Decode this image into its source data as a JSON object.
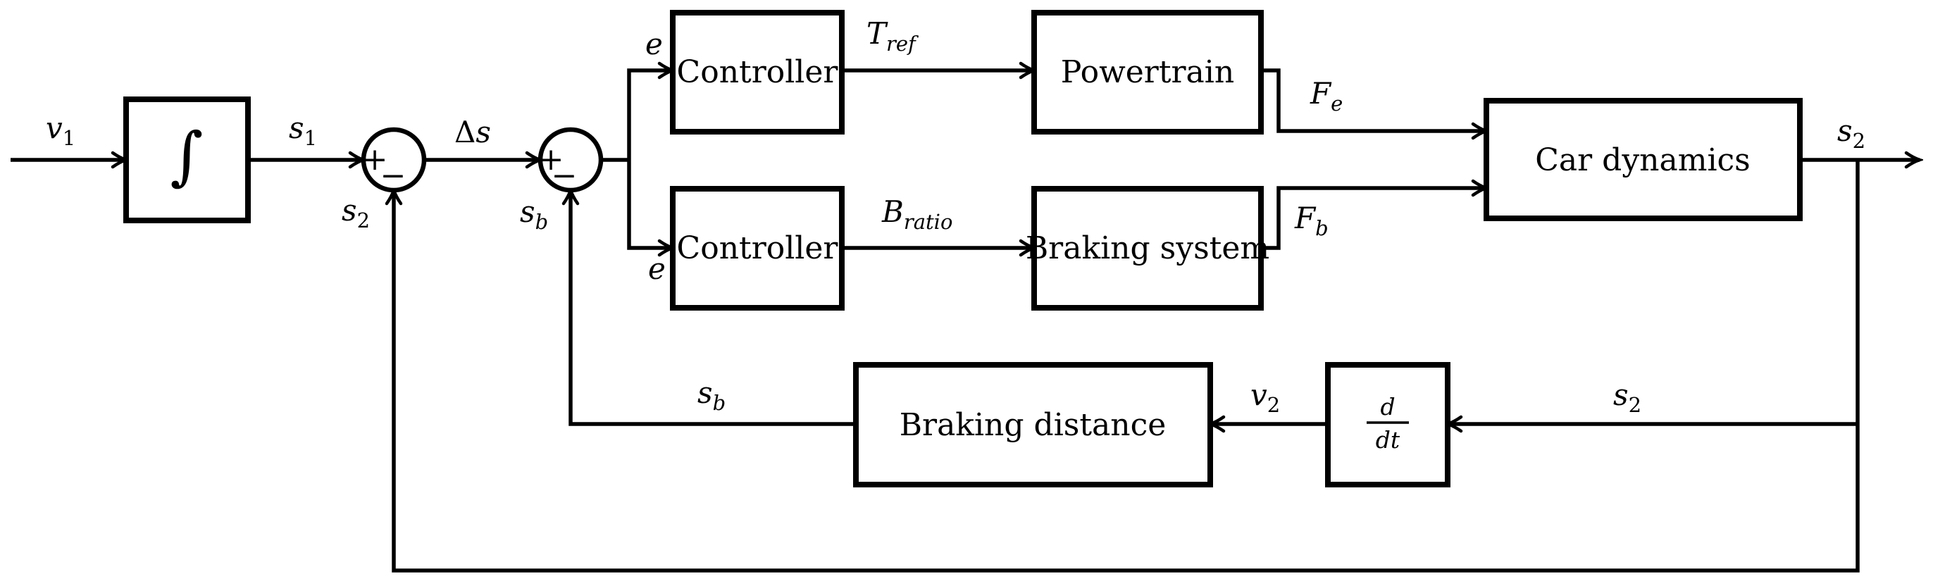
{
  "diagram": {
    "background_color": "#ffffff",
    "ink_color": "#000000",
    "blocks": {
      "integrator": "∫",
      "controller_top": "Controller",
      "powertrain": "Powertrain",
      "controller_bottom": "Controller",
      "braking_system": "Braking system",
      "car_dynamics": "Car dynamics",
      "braking_distance": "Braking distance",
      "derivative": {
        "num": "d",
        "den": "dt"
      }
    },
    "signals": {
      "v1": {
        "base": "v",
        "sub": "1"
      },
      "s1": {
        "base": "s",
        "sub": "1"
      },
      "s2": {
        "base": "s",
        "sub": "2"
      },
      "delta_s": {
        "prefix": "Δ",
        "base": "s"
      },
      "sb": {
        "base": "s",
        "sub": "b"
      },
      "e": {
        "base": "e"
      },
      "t_ref": {
        "base": "T",
        "sub": "ref"
      },
      "b_ratio": {
        "base": "B",
        "sub": "ratio"
      },
      "f_e": {
        "base": "F",
        "sub": "e"
      },
      "f_b": {
        "base": "F",
        "sub": "b"
      },
      "v2": {
        "base": "v",
        "sub": "2"
      }
    },
    "sum_signs": {
      "plus": "+",
      "minus": "−"
    }
  }
}
